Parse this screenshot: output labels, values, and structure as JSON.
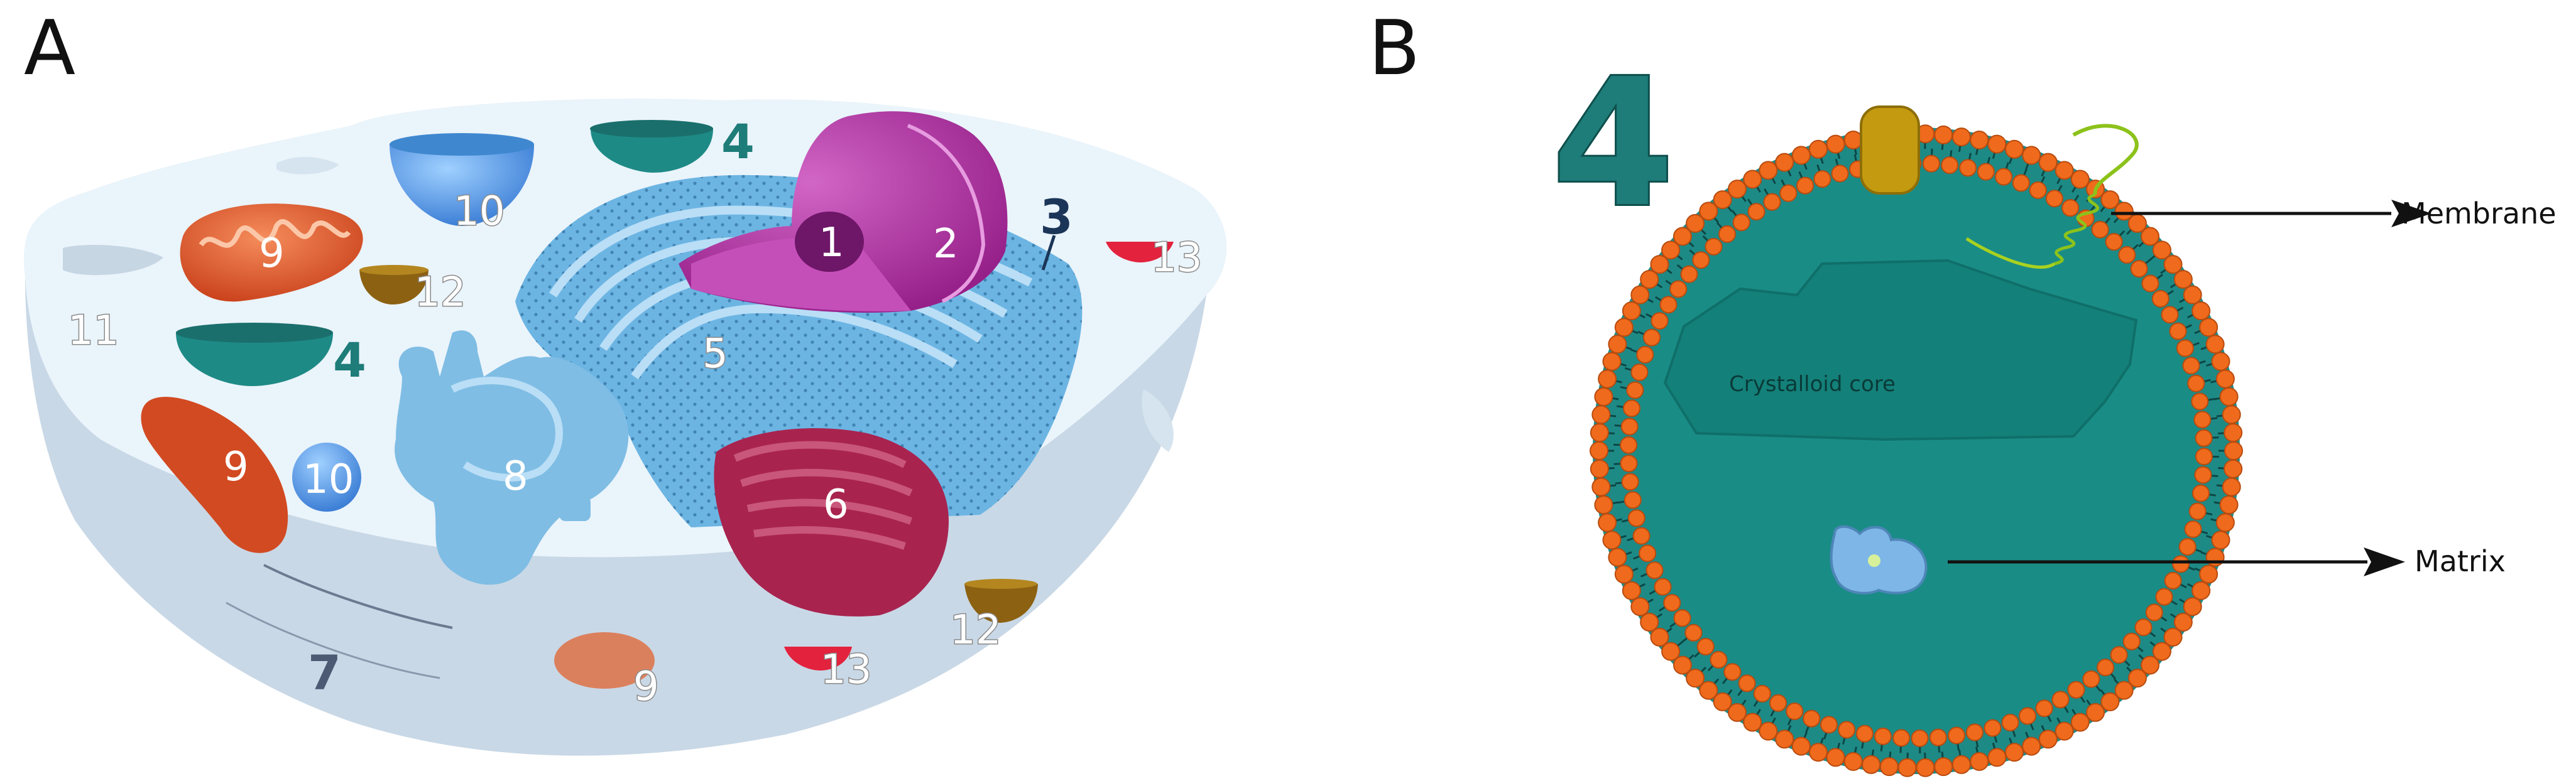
{
  "panels": {
    "a": {
      "letter": "A"
    },
    "b": {
      "letter": "B"
    }
  },
  "cell": {
    "labels": {
      "nucleolus": "1",
      "nucleus": "2",
      "ribosome": "3",
      "vesicle_top": "4",
      "vesicle_left": "4",
      "rough_er": "5",
      "golgi": "6",
      "cytoskeleton": "7",
      "smooth_er": "8",
      "mito_top": "9",
      "mito_left": "9",
      "mito_bottom": "9",
      "vacuole_top": "10",
      "vacuole_left": "10",
      "cytosol": "11",
      "lysosome_top": "12",
      "lysosome_bottom": "12",
      "centrosome_top": "13",
      "centrosome_bottom": "13"
    }
  },
  "peroxisome": {
    "big_number": "4",
    "core_label": "Crystalloid core",
    "membrane_label": "Membrane",
    "matrix_label": "Matrix"
  },
  "colors": {
    "teal": "#1e8a86",
    "teal_dark": "#1a6f6c",
    "orange": "#ef6a1c",
    "magenta": "#b0359e",
    "golgi": "#a8244f",
    "er_blue": "#5ea9d8",
    "cell_fill": "#eaf4fb",
    "mito": "#e0562a"
  }
}
